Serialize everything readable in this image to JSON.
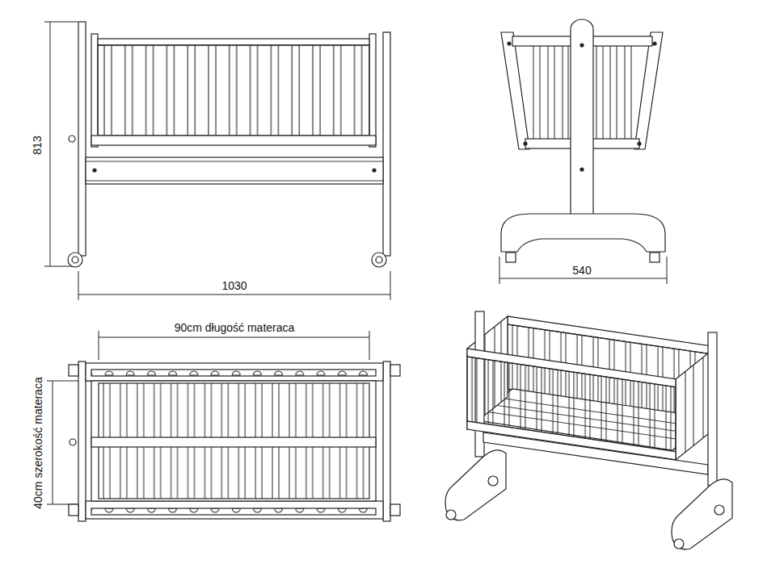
{
  "diagram": {
    "labels": [
      "813",
      "1030",
      "540",
      "90cm długość materaca",
      "40cm szerokość materaca"
    ]
  }
}
